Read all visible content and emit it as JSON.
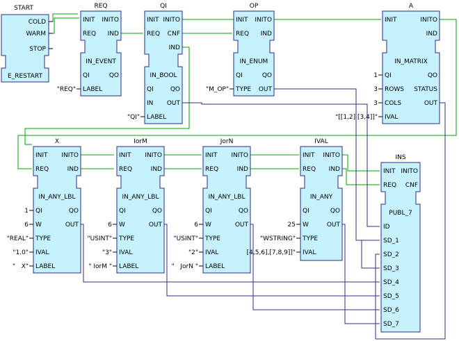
{
  "blocks": {
    "start": {
      "title": "START",
      "outs": [
        "COLD",
        "WARM",
        "STOP"
      ],
      "footer": "E_RESTART"
    },
    "req": {
      "title": "REQ",
      "ev_in": [
        "INIT",
        "REQ"
      ],
      "ev_out": [
        "INITO",
        "IND"
      ],
      "type": "IN_EVENT",
      "d_in": [
        "QI",
        "LABEL"
      ],
      "d_out": [
        "QO"
      ]
    },
    "qi": {
      "title": "QI",
      "ev_in": [
        "INIT",
        "REQ"
      ],
      "ev_out": [
        "INITO",
        "CNF",
        "IND"
      ],
      "type": "IN_BOOL",
      "d_in": [
        "QI",
        "IN",
        "LABEL"
      ],
      "d_out": [
        "QO",
        "OUT"
      ]
    },
    "op": {
      "title": "OP",
      "ev_in": [
        "INIT",
        "REQ"
      ],
      "ev_out": [
        "INITO",
        "IND"
      ],
      "type": "IN_ENUM",
      "d_in": [
        "QI",
        "TYPE"
      ],
      "d_out": [
        "QO",
        "OUT"
      ]
    },
    "a": {
      "title": "A",
      "ev_in": [
        "INIT"
      ],
      "ev_out": [
        "INITO",
        "IND"
      ],
      "type": "IN_MATRIX",
      "d_in": [
        "QI",
        "ROWS",
        "COLS",
        "IVAL"
      ],
      "d_out": [
        "QO",
        "STATUS",
        "OUT"
      ]
    },
    "x": {
      "title": "X",
      "ev_in": [
        "INIT",
        "REQ"
      ],
      "ev_out": [
        "INITO",
        "IND"
      ],
      "type": "IN_ANY_LBL",
      "d_in": [
        "QI",
        "W",
        "TYPE",
        "IVAL",
        "LABEL"
      ],
      "d_out": [
        "QO",
        "OUT"
      ]
    },
    "iorm": {
      "title": "IorM",
      "ev_in": [
        "INIT",
        "REQ"
      ],
      "ev_out": [
        "INITO",
        "IND"
      ],
      "type": "IN_ANY_LBL",
      "d_in": [
        "QI",
        "W",
        "TYPE",
        "IVAL",
        "LABEL"
      ],
      "d_out": [
        "QO",
        "OUT"
      ]
    },
    "jorn": {
      "title": "JorN",
      "ev_in": [
        "INIT",
        "REQ"
      ],
      "ev_out": [
        "INITO",
        "IND"
      ],
      "type": "IN_ANY_LBL",
      "d_in": [
        "QI",
        "W",
        "TYPE",
        "IVAL",
        "LABEL"
      ],
      "d_out": [
        "QO",
        "OUT"
      ]
    },
    "ival": {
      "title": "IVAL",
      "ev_in": [
        "INIT",
        "REQ"
      ],
      "ev_out": [
        "INITO",
        "IND"
      ],
      "type": "IN_ANY",
      "d_in": [
        "QI",
        "W",
        "TYPE",
        "IVAL"
      ],
      "d_out": [
        "QO",
        "OUT"
      ]
    },
    "ins": {
      "title": "INS",
      "ev_in": [
        "INIT",
        "REQ"
      ],
      "ev_out": [
        "INITO",
        "CNF"
      ],
      "type": "PUBL_7",
      "d_in": [
        "ID",
        "SD_1",
        "SD_2",
        "SD_3",
        "SD_4",
        "SD_5",
        "SD_6",
        "SD_7"
      ],
      "d_out": []
    }
  },
  "constants": {
    "req_label": "\"REQ\"",
    "qi_label": "\"QI\"",
    "op_type": "\"M_OP\"",
    "a_qi": "1",
    "a_rows": "3",
    "a_cols": "3",
    "a_ival": "\"[[1,2] [3,4]]\"",
    "x_qi": "1",
    "x_w": "6",
    "x_type": "\"REAL\"",
    "x_ival": "\"1.0\"",
    "x_label": "\"   X\"",
    "iorm_w": "6",
    "iorm_type": "\"USINT\"",
    "iorm_ival": "\"3\"",
    "iorm_label": "\" IorM \"",
    "jorn_w": "6",
    "jorn_type": "\"USINT\"",
    "jorn_ival": "\"2\"",
    "jorn_label": "\"   JorN \"",
    "ival_w": "25",
    "ival_type": "\"WSTRING\"",
    "ival_ival": "[4,5,6],[7,8,9]]\""
  },
  "colors": {
    "block_fill": "#c6f2ff",
    "block_border": "#2b2b8c",
    "event_line": "#00a000",
    "data_line": "#2b2b8c"
  }
}
